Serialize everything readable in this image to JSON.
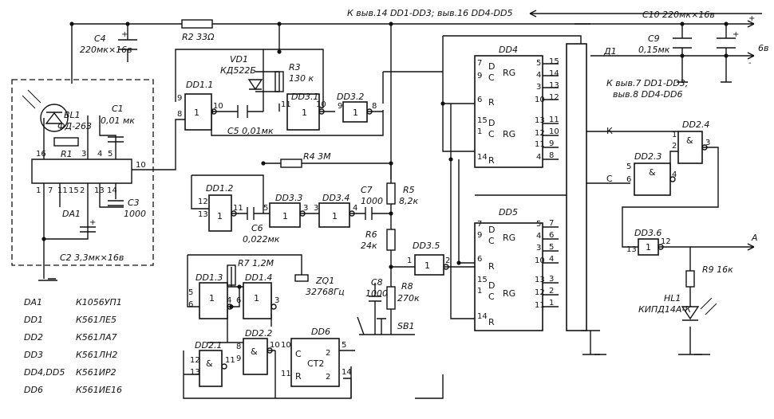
{
  "top_note": "К выв.14 DD1-DD3; выв.16 DD4-DD5",
  "right_note_line1": "К выв.7 DD1-DD3;",
  "right_note_line2": "выв.8 DD4-DD6",
  "output_voltage": "6в",
  "output_a": "А",
  "components": {
    "r2": "R2 33Ω",
    "c4": "C4",
    "c4_val": "220мк×16в",
    "c10": "C10 220мк×16в",
    "c9": "C9",
    "c9_val": "0,15мк",
    "vd1": "VD1",
    "vd1_val": "КД522Б",
    "r3": "R3",
    "r3_val": "130 к",
    "bl1": "BL1",
    "bl1_val": "ФД-263",
    "c1": "C1",
    "c1_val": "0,01 мк",
    "r1": "R1",
    "c3": "C3",
    "c3_val": "1000",
    "c2": "C2 3,3мк×16в",
    "da1": "DA1",
    "c5": "C5 0,01мк",
    "r4": "R4 3М",
    "c7": "C7",
    "c7_val": "1000",
    "r5": "R5",
    "r5_val": "8,2к",
    "r6": "R6",
    "r6_val": "24к",
    "c6": "C6",
    "c6_val": "0,022мк",
    "r7": "R7 1,2М",
    "zq1": "ZQ1",
    "zq1_val": "32768Гц",
    "c8": "C8",
    "c8_val": "1000",
    "r8": "R8",
    "r8_val": "270к",
    "sb1": "SB1",
    "r9": "R9 16к",
    "hl1": "HL1",
    "hl1_val": "КИПД14А-К",
    "d1": "Д1"
  },
  "chips": {
    "dd1_1": "DD1.1",
    "dd3_1": "DD3.1",
    "dd3_2": "DD3.2",
    "dd1_2": "DD1.2",
    "dd3_3": "DD3.3",
    "dd3_4": "DD3.4",
    "dd3_5": "DD3.5",
    "dd1_3": "DD1.3",
    "dd1_4": "DD1.4",
    "dd2_1": "DD2.1",
    "dd2_2": "DD2.2",
    "dd6": "DD6",
    "dd4": "DD4",
    "dd5": "DD5",
    "dd2_3": "DD2.3",
    "dd2_4": "DD2.4",
    "dd3_6": "DD3.6",
    "rg": "RG",
    "ct2": "CT2",
    "one": "1",
    "amp": "&",
    "d": "D",
    "c": "C",
    "r": "R",
    "k": "К",
    "cs": "C"
  },
  "legend": [
    {
      "ref": "DA1",
      "part": "К1056УП1"
    },
    {
      "ref": "DD1",
      "part": "К561ЛЕ5"
    },
    {
      "ref": "DD2",
      "part": "К561ЛА7"
    },
    {
      "ref": "DD3",
      "part": "К561ЛН2"
    },
    {
      "ref": "DD4,DD5",
      "part": "К561ИР2"
    },
    {
      "ref": "DD6",
      "part": "К561ИЕ16"
    }
  ],
  "pins": {
    "p1": "1",
    "p2": "2",
    "p3": "3",
    "p4": "4",
    "p5": "5",
    "p6": "6",
    "p7": "7",
    "p8": "8",
    "p9": "9",
    "p10": "10",
    "p11": "11",
    "p12": "12",
    "p13": "13",
    "p14": "14",
    "p15": "15",
    "p16": "16",
    "plus": "+",
    "minus": "-"
  }
}
